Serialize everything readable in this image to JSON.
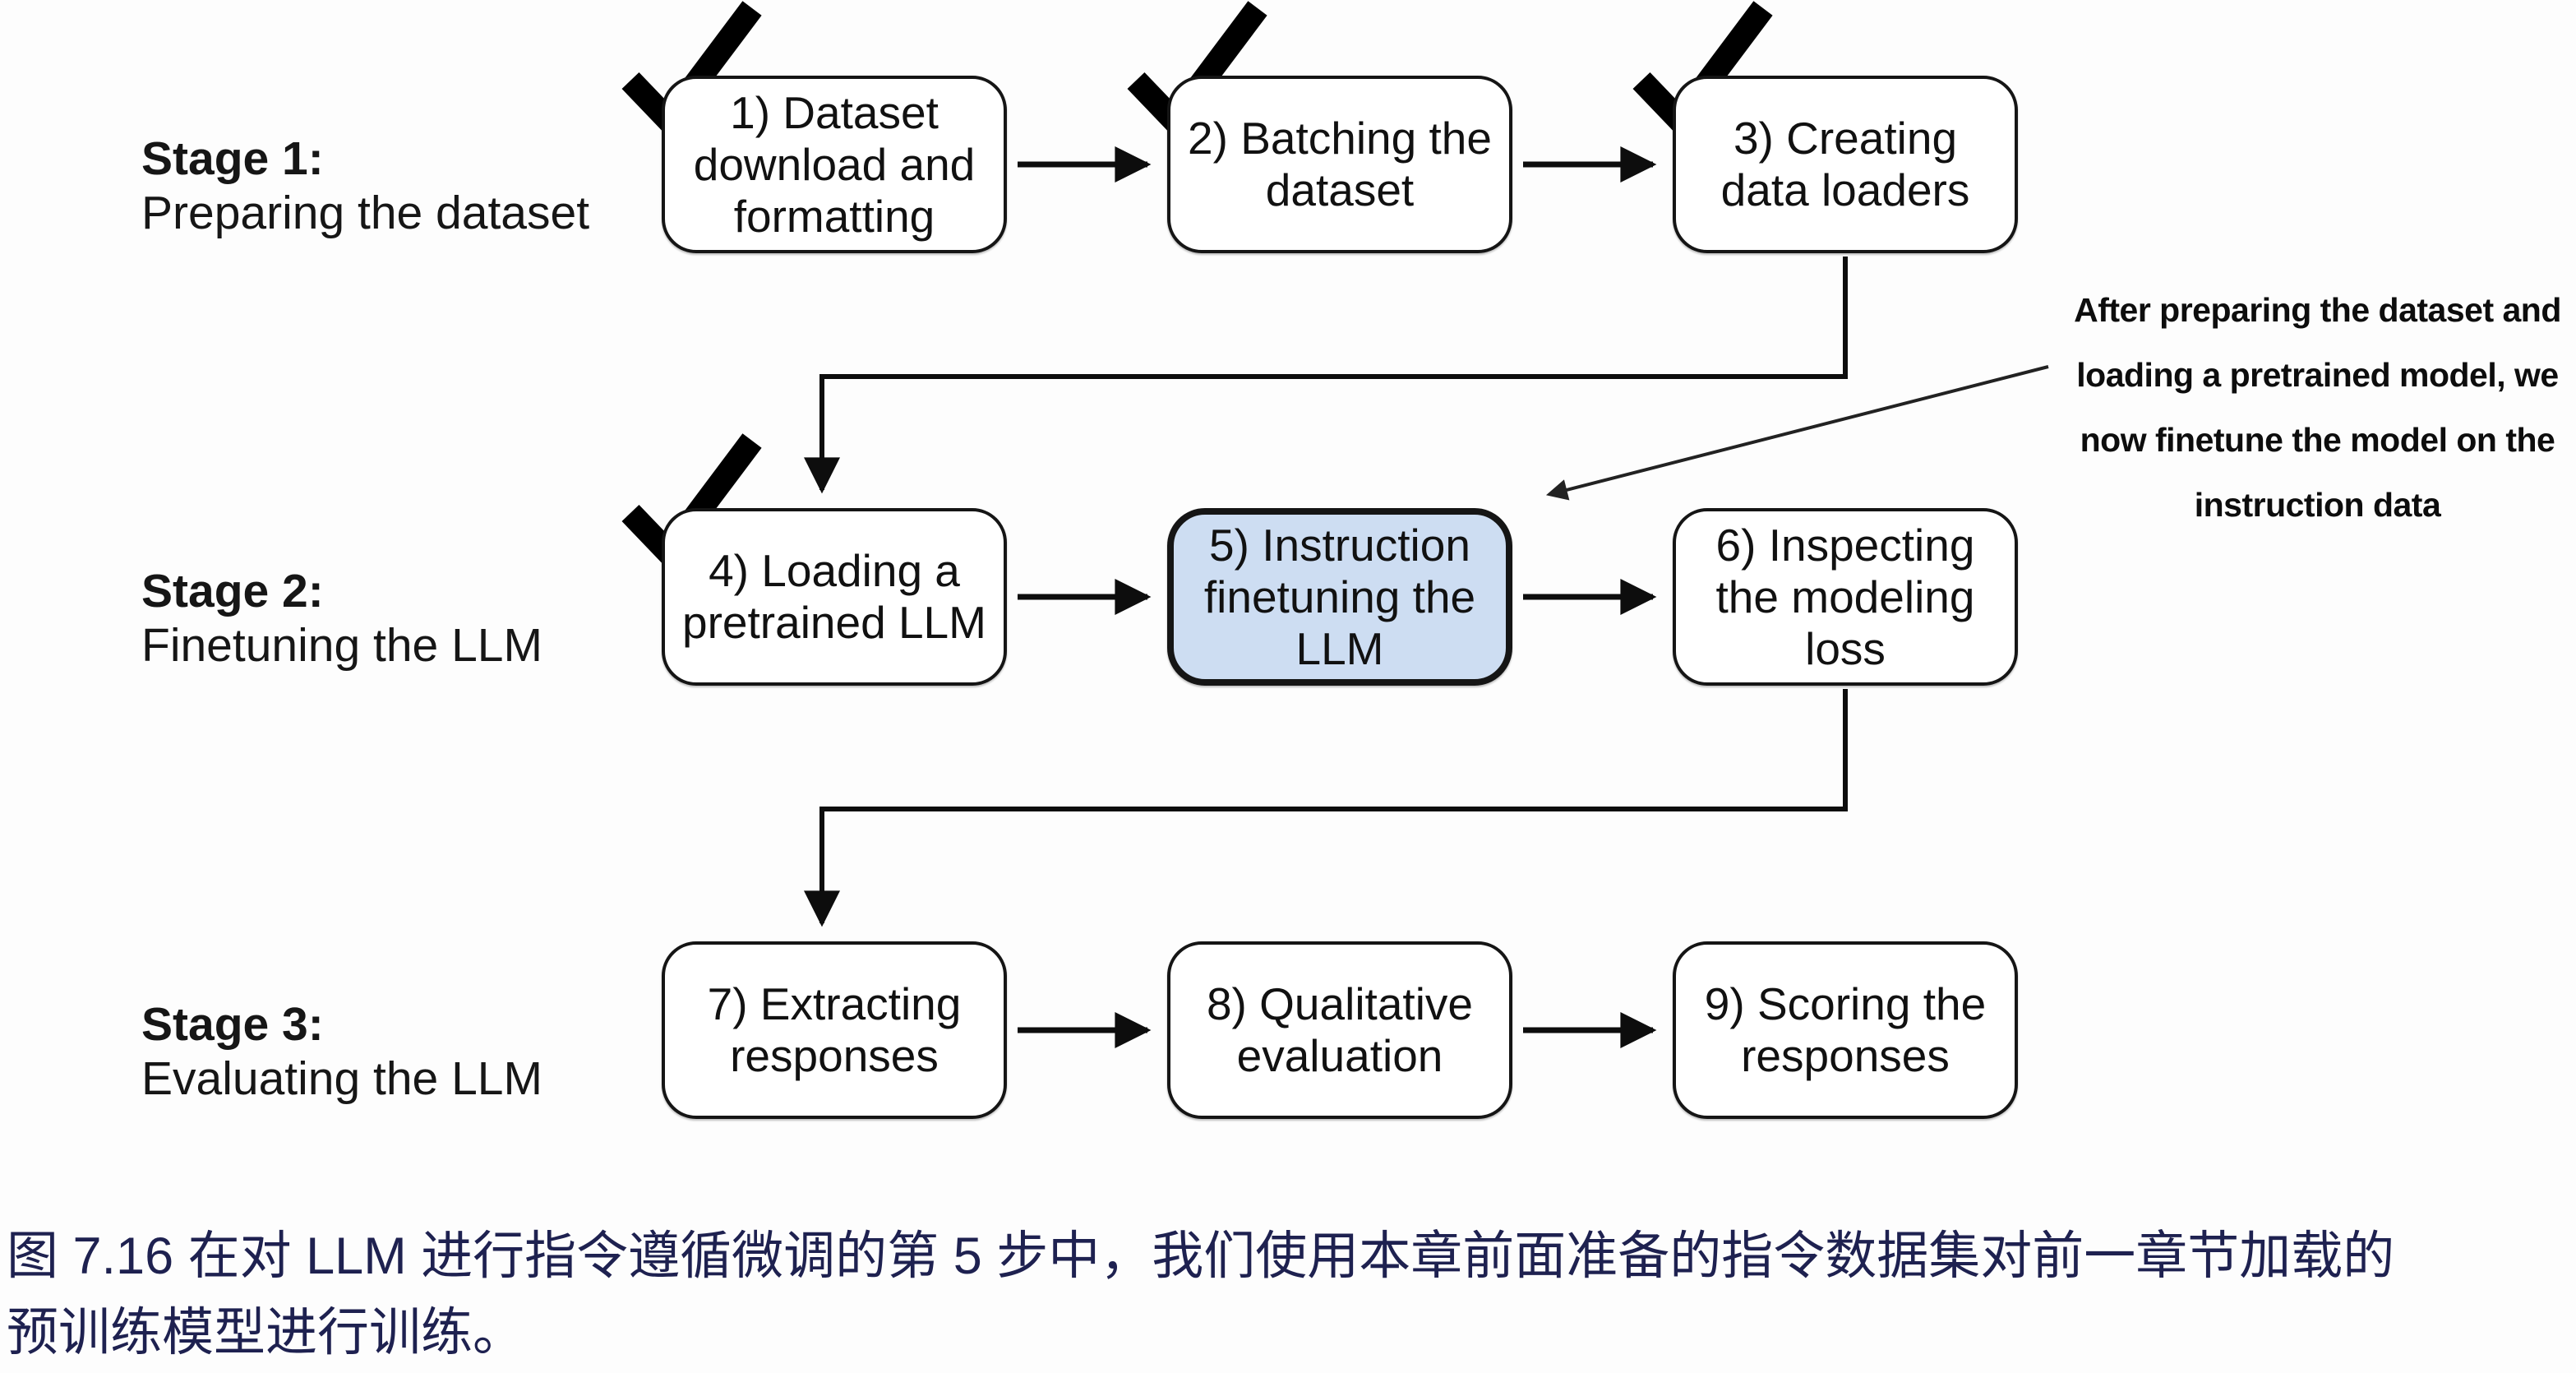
{
  "stages": [
    {
      "title": "Stage 1:",
      "subtitle": "Preparing the dataset"
    },
    {
      "title": "Stage 2:",
      "subtitle": "Finetuning the LLM"
    },
    {
      "title": "Stage 3:",
      "subtitle": "Evaluating the LLM"
    }
  ],
  "boxes": [
    {
      "id": 1,
      "checked": true,
      "highlighted": false,
      "lines": [
        "1) Dataset",
        "download and",
        "formatting"
      ]
    },
    {
      "id": 2,
      "checked": true,
      "highlighted": false,
      "lines": [
        "2) Batching the",
        "dataset"
      ]
    },
    {
      "id": 3,
      "checked": true,
      "highlighted": false,
      "lines": [
        "3) Creating",
        "data loaders"
      ]
    },
    {
      "id": 4,
      "checked": true,
      "highlighted": false,
      "lines": [
        "4) Loading a",
        "pretrained LLM"
      ]
    },
    {
      "id": 5,
      "checked": false,
      "highlighted": true,
      "lines": [
        "5) Instruction",
        "finetuning the",
        "LLM"
      ]
    },
    {
      "id": 6,
      "checked": false,
      "highlighted": false,
      "lines": [
        "6) Inspecting",
        "the modeling",
        "loss"
      ]
    },
    {
      "id": 7,
      "checked": false,
      "highlighted": false,
      "lines": [
        "7) Extracting",
        "responses"
      ]
    },
    {
      "id": 8,
      "checked": false,
      "highlighted": false,
      "lines": [
        "8) Qualitative",
        "evaluation"
      ]
    },
    {
      "id": 9,
      "checked": false,
      "highlighted": false,
      "lines": [
        "9) Scoring the",
        "responses"
      ]
    }
  ],
  "annotation": {
    "lines": [
      "After preparing the dataset and",
      "loading a pretrained model, we",
      "now finetune the model on the",
      "instruction data"
    ]
  },
  "caption": {
    "lines": [
      "图 7.16 在对 LLM 进行指令遵循微调的第 5 步中，我们使用本章前面准备的指令数据集对前一章节加载的",
      "预训练模型进行训练。"
    ]
  },
  "colors": {
    "highlight_fill": "#cdddf2",
    "diagram_ink": "#000000",
    "caption_text": "#1e2150"
  }
}
